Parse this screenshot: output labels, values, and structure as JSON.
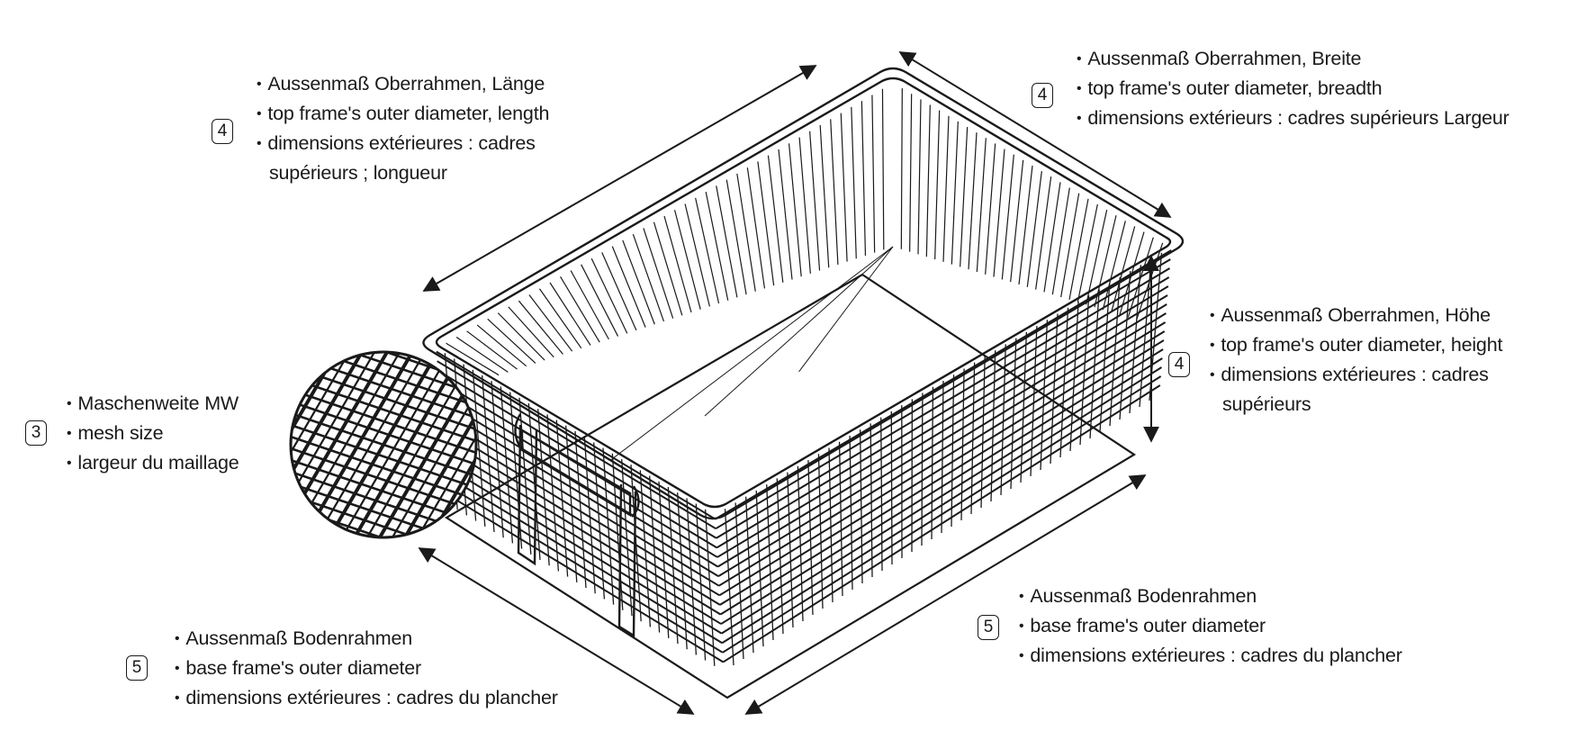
{
  "callouts": {
    "top_left": {
      "number": "4",
      "lines": [
        "Aussenmaß Oberrahmen, Länge",
        "top frame's outer diameter, length",
        "dimensions extérieures : cadres",
        "supérieurs ; longueur"
      ]
    },
    "top_right": {
      "number": "4",
      "lines": [
        "Aussenmaß Oberrahmen, Breite",
        "top frame's outer diameter, breadth",
        "dimensions extérieurs : cadres supérieurs Largeur"
      ]
    },
    "right": {
      "number": "4",
      "lines": [
        "Aussenmaß Oberrahmen, Höhe",
        "top frame's outer diameter, height",
        "dimensions extérieures : cadres",
        "supérieurs"
      ]
    },
    "left": {
      "number": "3",
      "lines": [
        "Maschenweite MW",
        "mesh size",
        "largeur du maillage"
      ]
    },
    "bottom_left": {
      "number": "5",
      "lines": [
        "Aussenmaß Bodenrahmen",
        "base frame's outer diameter",
        "dimensions extérieures : cadres du plancher"
      ]
    },
    "bottom_right": {
      "number": "5",
      "lines": [
        "Aussenmaß Bodenrahmen",
        "base frame's outer diameter",
        "dimensions extérieures : cadres du plancher"
      ]
    }
  },
  "colors": {
    "ink": "#1a1a1a",
    "background": "#ffffff"
  }
}
